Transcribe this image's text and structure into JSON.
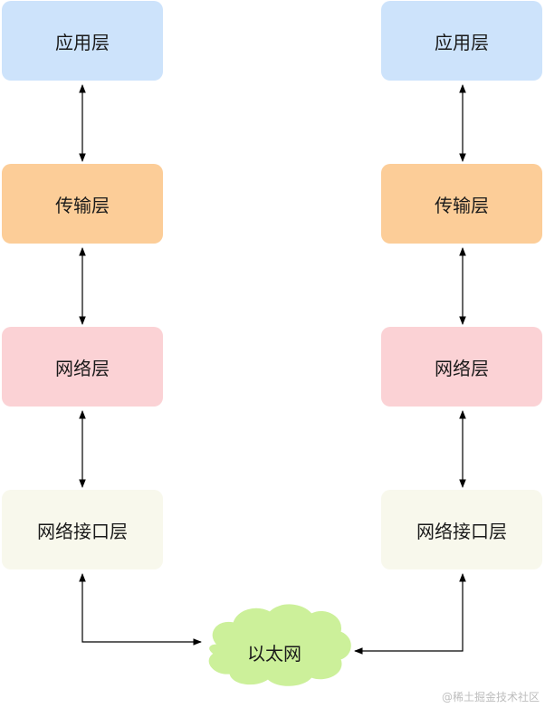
{
  "left_stack": {
    "application": "应用层",
    "transport": "传输层",
    "network": "网络层",
    "interface": "网络接口层"
  },
  "right_stack": {
    "application": "应用层",
    "transport": "传输层",
    "network": "网络层",
    "interface": "网络接口层"
  },
  "medium": {
    "label": "以太网"
  },
  "watermark": "@稀土掘金技术社区",
  "colors": {
    "application": "#cde3fb",
    "transport": "#fccd98",
    "network": "#fbd2d5",
    "interface": "#f8f8ec",
    "cloud": "#ccf09a"
  }
}
